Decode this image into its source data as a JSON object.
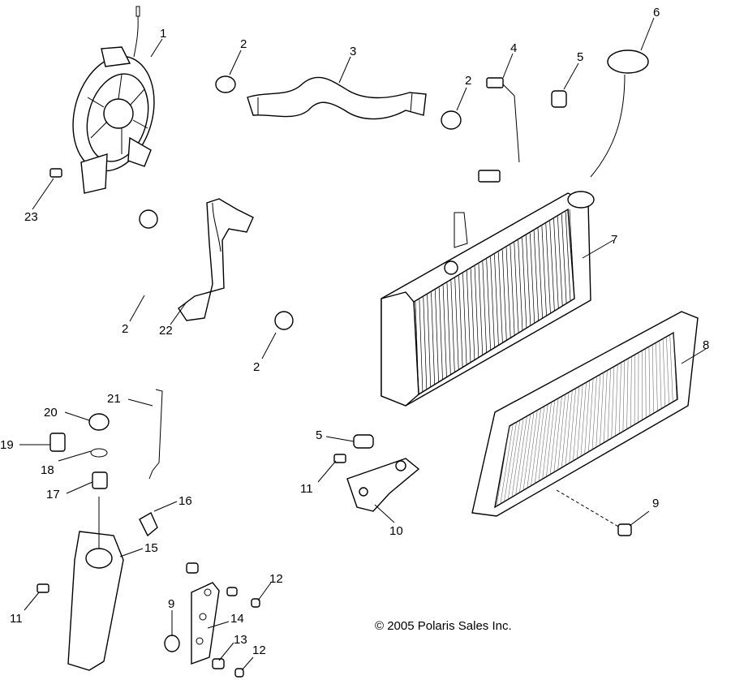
{
  "copyright": "© 2005 Polaris Sales Inc.",
  "callouts": {
    "c1": "1",
    "c2a": "2",
    "c2b": "2",
    "c2c": "2",
    "c2d": "2",
    "c3": "3",
    "c4": "4",
    "c5a": "5",
    "c5b": "5",
    "c6": "6",
    "c7": "7",
    "c8": "8",
    "c9a": "9",
    "c9b": "9",
    "c10": "10",
    "c11a": "11",
    "c11b": "11",
    "c12a": "12",
    "c12b": "12",
    "c13": "13",
    "c14": "14",
    "c15": "15",
    "c16": "16",
    "c17": "17",
    "c18": "18",
    "c19": "19",
    "c20": "20",
    "c21": "21",
    "c22": "22",
    "c23": "23"
  }
}
